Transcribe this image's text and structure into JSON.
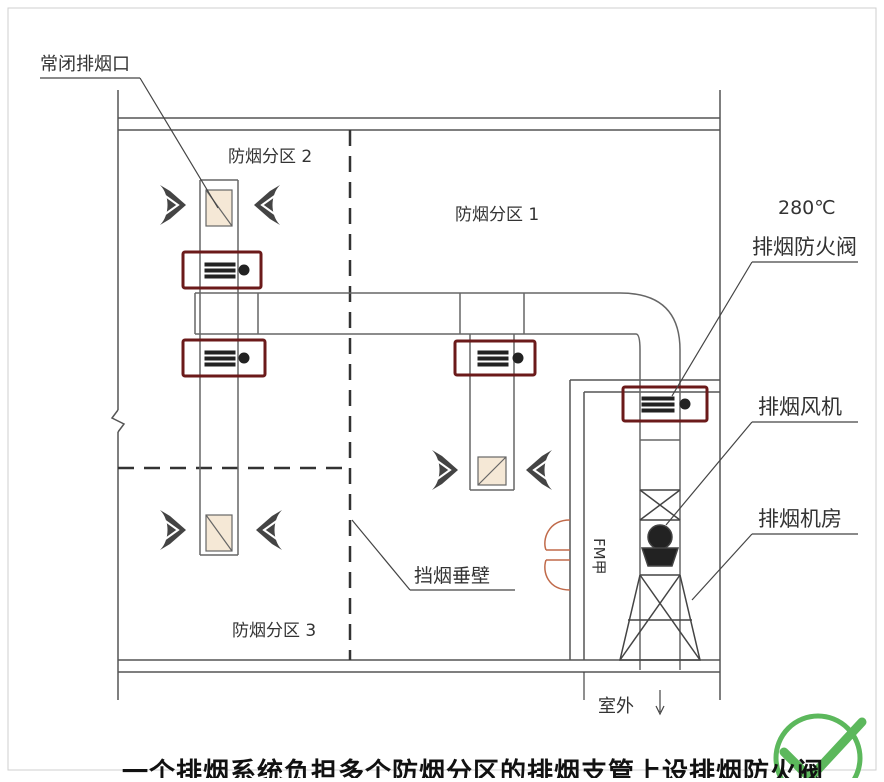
{
  "labels": {
    "normally_closed_outlet": "常闭排烟口",
    "zone_2": "防烟分区 2",
    "zone_1": "防烟分区 1",
    "zone_3": "防烟分区 3",
    "temperature": "280℃",
    "fire_damper": "排烟防火阀",
    "exhaust_fan": "排烟风机",
    "fan_room": "排烟机房",
    "smoke_barrier": "挡烟垂壁",
    "fm_door": "FM甲",
    "outdoor": "室外"
  },
  "caption": "一个排烟系统负担多个防烟分区的排烟支管上设排烟防火阀",
  "colors": {
    "line": "#555555",
    "damper_frame": "#6b1a1a",
    "grille_fill": "#f5e8d6",
    "check_green": "#5cb85c"
  },
  "icons": {
    "air_arrow": "smoke-flow-arrow-icon",
    "check": "check-mark-icon"
  }
}
